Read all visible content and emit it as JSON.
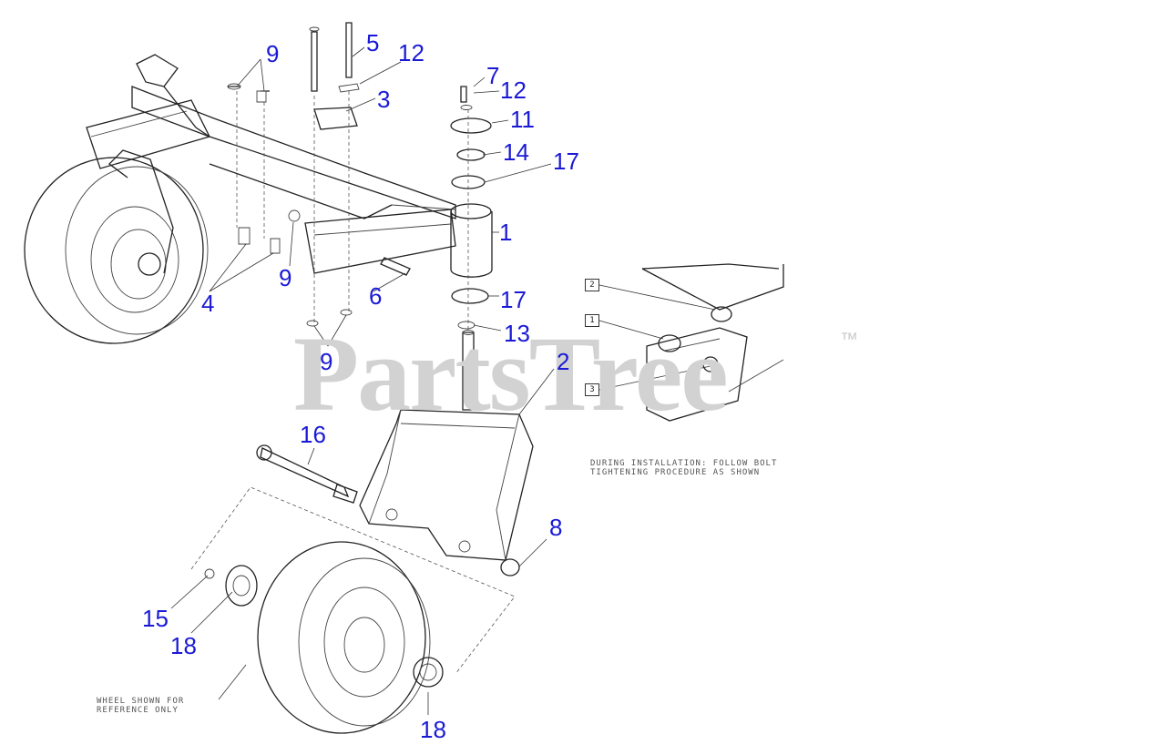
{
  "watermark": {
    "text": "PartsTree",
    "tm": "™"
  },
  "callouts": {
    "c1": "1",
    "c2": "2",
    "c3": "3",
    "c4": "4",
    "c5": "5",
    "c6": "6",
    "c7": "7",
    "c8": "8",
    "c9a": "9",
    "c9b": "9",
    "c9c": "9",
    "c11": "11",
    "c12a": "12",
    "c12b": "12",
    "c13": "13",
    "c14": "14",
    "c15": "15",
    "c16": "16",
    "c17a": "17",
    "c17b": "17",
    "c18a": "18",
    "c18b": "18"
  },
  "notes": {
    "install_line1": "DURING INSTALLATION: FOLLOW BOLT",
    "install_line2": "TIGHTENING PROCEDURE AS SHOWN",
    "wheel_line1": "WHEEL SHOWN FOR",
    "wheel_line2": "REFERENCE ONLY"
  },
  "detail_tags": {
    "t1": "1",
    "t2": "2",
    "t3": "3"
  },
  "colors": {
    "callout": "#1a1ad6",
    "watermark": "#d2d2d2",
    "line": "#222222"
  }
}
